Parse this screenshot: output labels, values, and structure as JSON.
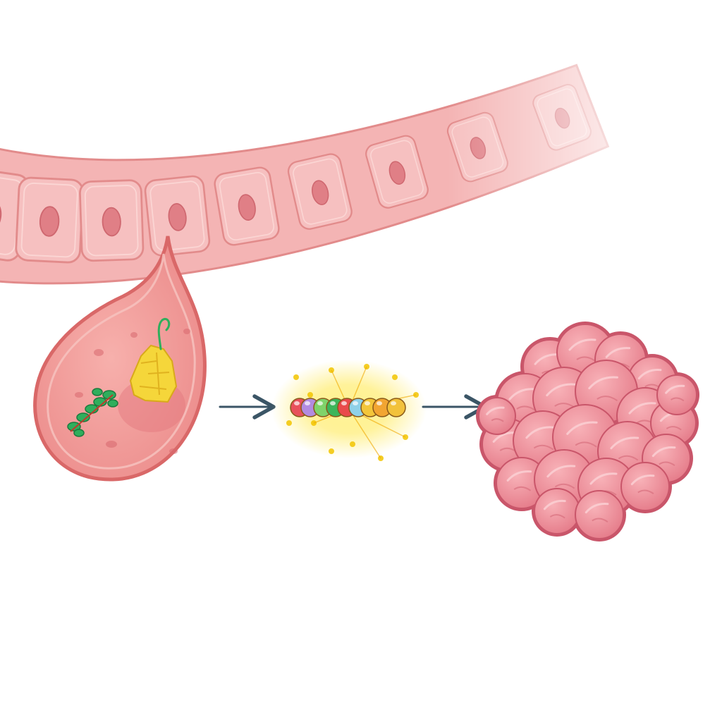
{
  "diagram": {
    "background": "#ffffff",
    "stages": [
      {
        "id": "epithelial-layer",
        "icon": "epithelial-cell-layer-icon"
      },
      {
        "id": "budding-cell",
        "icon": "budding-cell-with-organelles-icon"
      },
      {
        "id": "molecule-chain",
        "icon": "glowing-molecule-chain-icon"
      },
      {
        "id": "tumor-mass",
        "icon": "cell-cluster-mass-icon"
      }
    ],
    "arrows": [
      {
        "from": "budding-cell",
        "to": "molecule-chain"
      },
      {
        "from": "molecule-chain",
        "to": "tumor-mass"
      }
    ],
    "colors": {
      "tissue_fill": "#f4b4b4",
      "tissue_stroke": "#e28b8b",
      "nucleus": "#e07f86",
      "cell_fill": "#f0a0a0",
      "cell_stroke": "#d96868",
      "yellow_organelle": "#f5d63a",
      "green_organelle": "#2fae5c",
      "glow": "#ffe84a",
      "mass_fill": "#ef8c98",
      "mass_stroke": "#c9566a",
      "arrow": "#3b5566"
    }
  }
}
